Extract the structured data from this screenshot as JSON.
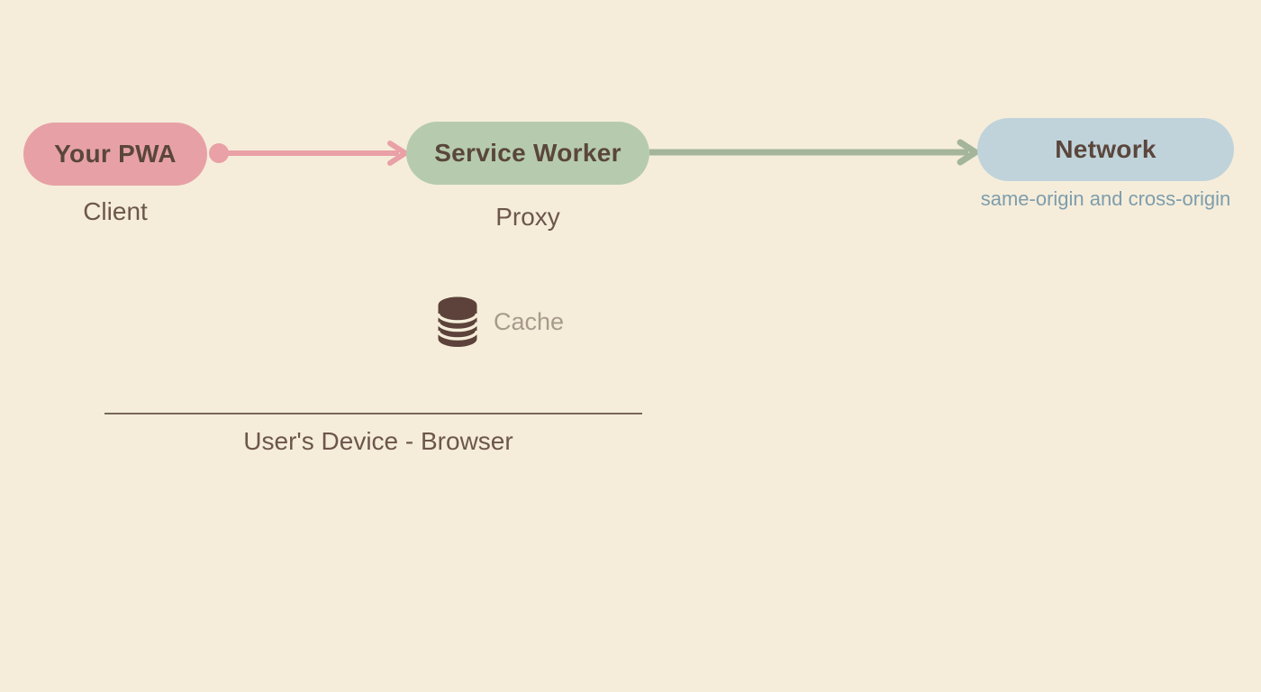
{
  "diagram": {
    "nodes": {
      "pwa": {
        "title": "Your PWA",
        "caption": "Client"
      },
      "service_worker": {
        "title": "Service Worker",
        "caption": "Proxy"
      },
      "network": {
        "title": "Network",
        "caption": "same-origin and cross-origin"
      }
    },
    "cache": {
      "label": "Cache",
      "icon": "database-icon"
    },
    "boundary": {
      "label": "User's Device - Browser"
    },
    "arrows": [
      {
        "from": "pwa",
        "to": "service_worker",
        "color": "#e9a0a6"
      },
      {
        "from": "service_worker",
        "to": "network",
        "color": "#a4b59b"
      }
    ]
  },
  "colors": {
    "background": "#f5edda",
    "pwa_fill": "#e7a1a6",
    "service_worker_fill": "#b6cbad",
    "network_fill": "#c0d3da",
    "arrow_pink": "#e9a0a6",
    "arrow_green": "#a4b59b",
    "node_title_text": "#5a463c",
    "caption_text": "#6d564c",
    "network_caption_text": "#7e9dac",
    "cache_icon": "#5c423a",
    "cache_label_text": "#a79a8c",
    "boundary_line": "#79675b"
  }
}
